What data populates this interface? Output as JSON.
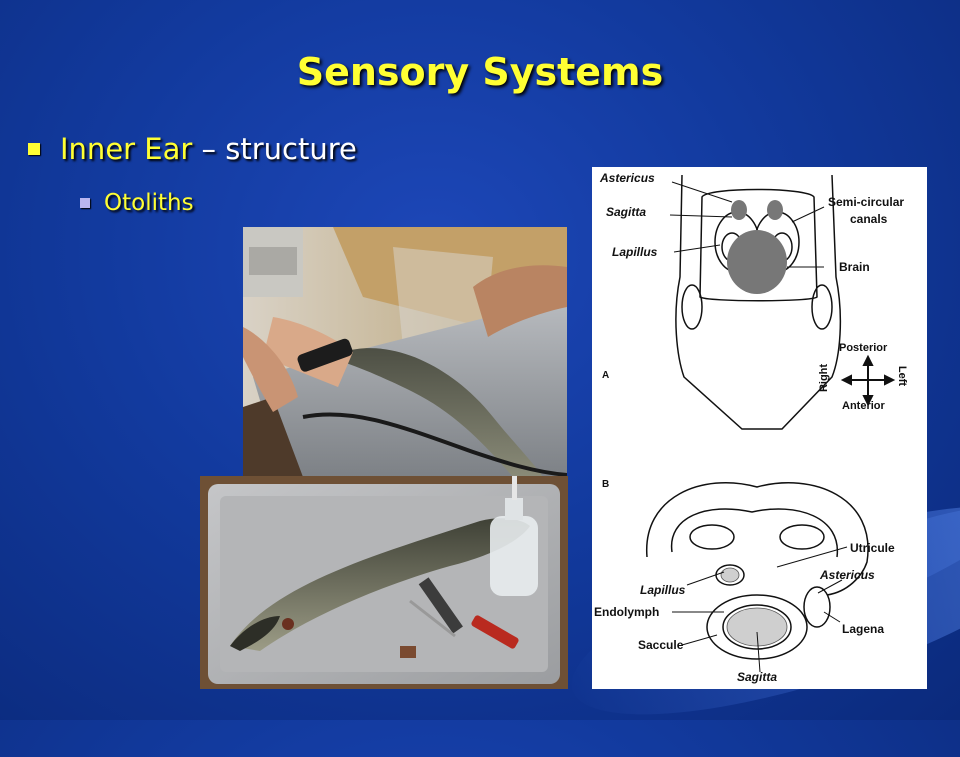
{
  "slide": {
    "title": "Sensory Systems",
    "bullet1": {
      "highlight": "Inner Ear",
      "rest": " – structure"
    },
    "bullet2": "Otoliths"
  },
  "colors": {
    "title": "#ffff33",
    "text": "#ffffff",
    "sub_bullet_marker": "#b9b6f0",
    "background": "#123a9e"
  },
  "diagram": {
    "panel_a": "A",
    "panel_b": "B",
    "labels_a": {
      "asterisk": "Astericus",
      "sagitta": "Sagitta",
      "lapillus": "Lapillus",
      "canals_1": "Semi-circular",
      "canals_2": "canals",
      "brain": "Brain",
      "posterior": "Posterior",
      "anterior": "Anterior",
      "right": "Right",
      "left": "Left"
    },
    "labels_b": {
      "utricule": "Utricule",
      "asterisk": "Astericus",
      "lapillus": "Lapillus",
      "endolymph": "Endolymph",
      "lagena": "Lagena",
      "saccule": "Saccule",
      "sagitta": "Sagitta"
    }
  }
}
